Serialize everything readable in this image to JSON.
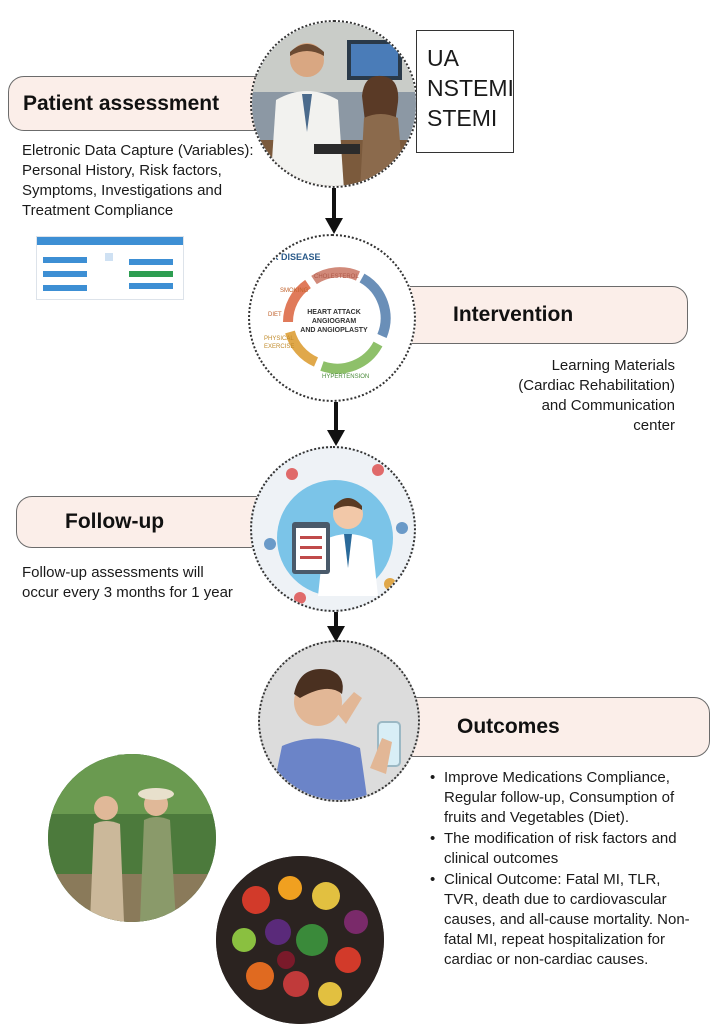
{
  "stages": {
    "assessment": {
      "title": "Patient assessment",
      "description": "Eletronic Data Capture (Variables): Personal History, Risk factors, Symptoms, Investigations and Treatment Compliance"
    },
    "intervention": {
      "title": "Intervention",
      "description": "Learning Materials (Cardiac Rehabilitation) and Communication center",
      "infographic": {
        "heading": "R DISEASE",
        "center_line1": "HEART ATTACK",
        "center_line2": "ANGIOGRAM",
        "center_line3": "AND ANGIOPLASTY",
        "factor_cholesterol": "CHOLESTEROL",
        "factor_smoking": "SMOKING",
        "factor_diet": "DIET",
        "factor_physical1": "PHYSICAL",
        "factor_physical2": "EXERCISE",
        "factor_hypertension": "HYPERTENSION"
      }
    },
    "followup": {
      "title": "Follow-up",
      "description": "Follow-up assessments will occur every 3 months for 1 year"
    },
    "outcomes": {
      "title": "Outcomes",
      "items": [
        "Improve Medications Compliance, Regular follow-up, Consumption of fruits and Vegetables (Diet).",
        "The modification of risk factors and clinical outcomes",
        "Clinical Outcome: Fatal MI, TLR, TVR, death due to cardiovascular causes, and all-cause mortality. Non-fatal MI, repeat hospitalization for cardiac or non-cardiac causes."
      ]
    }
  },
  "types": [
    "UA",
    "NSTEMI",
    "STEMI"
  ],
  "colors": {
    "label_bg": "#fbeee9",
    "label_border": "#6b6b6b",
    "arrow": "#111111"
  }
}
